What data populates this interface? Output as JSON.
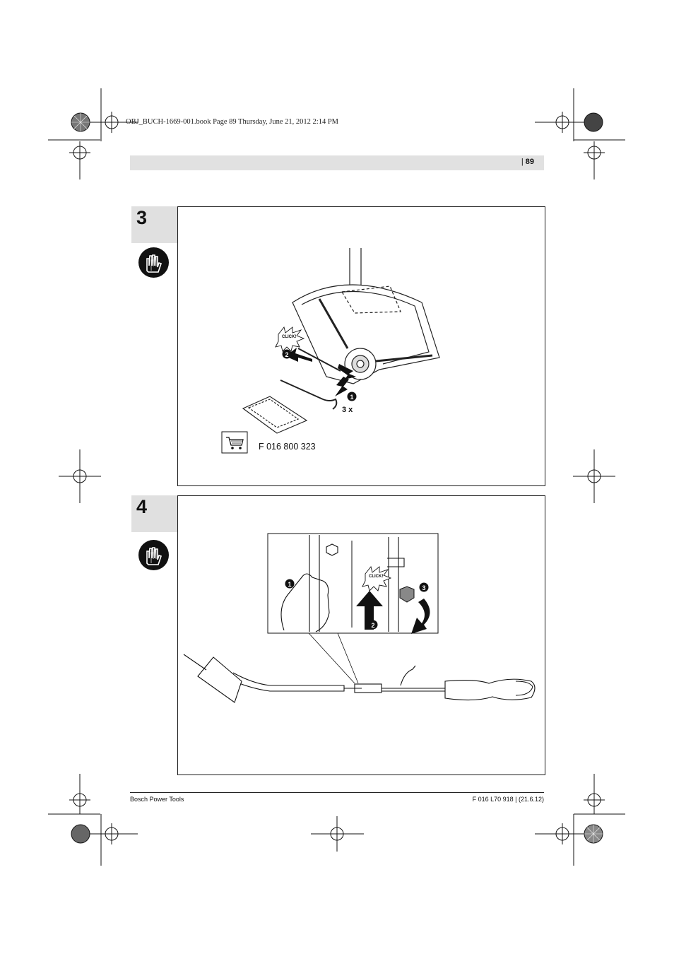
{
  "print_info": "OBJ_BUCH-1669-001.book  Page 89  Thursday, June 21, 2012  2:14 PM",
  "header": {
    "page_number": "89"
  },
  "steps": [
    {
      "number": "3",
      "callouts": {
        "one": "1",
        "two": "2"
      },
      "click_label": "CLICK!",
      "quantity": "3 x",
      "part_number": "F 016 800 323",
      "icons": [
        "gloves-icon",
        "shopping-cart-icon"
      ]
    },
    {
      "number": "4",
      "callouts": {
        "one": "1",
        "two": "2",
        "three": "3"
      },
      "click_label": "CLICK!",
      "icons": [
        "gloves-icon"
      ]
    }
  ],
  "footer": {
    "left": "Bosch Power Tools",
    "right": "F 016 L70 918 | (21.6.12)"
  }
}
